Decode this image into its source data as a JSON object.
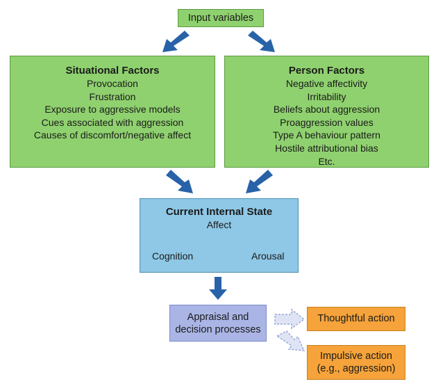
{
  "input": {
    "label": "Input variables"
  },
  "situational": {
    "title": "Situational Factors",
    "items": [
      "Provocation",
      "Frustration",
      "Exposure to aggressive models",
      "Cues associated with aggression",
      "Causes of discomfort/negative affect"
    ]
  },
  "person": {
    "title": "Person Factors",
    "items": [
      "Negative affectivity",
      "Irritability",
      "Beliefs about aggression",
      "Proaggression values",
      "Type A behaviour pattern",
      "Hostile attributional bias",
      "Etc."
    ]
  },
  "internal_state": {
    "title": "Current Internal State",
    "affect": "Affect",
    "cognition": "Cognition",
    "arousal": "Arousal"
  },
  "appraisal": {
    "line1": "Appraisal and",
    "line2": "decision processes"
  },
  "thoughtful": {
    "label": "Thoughtful action"
  },
  "impulsive": {
    "line1": "Impulsive action",
    "line2": "(e.g., aggression)"
  },
  "colors": {
    "green_fill": "#8fd16f",
    "blue_fill": "#8ec8e6",
    "lavender_fill": "#aab5e6",
    "orange_fill": "#f5a33a",
    "arrow_blue": "#2862a8",
    "dashed_arrow": "#9aa9d8"
  }
}
